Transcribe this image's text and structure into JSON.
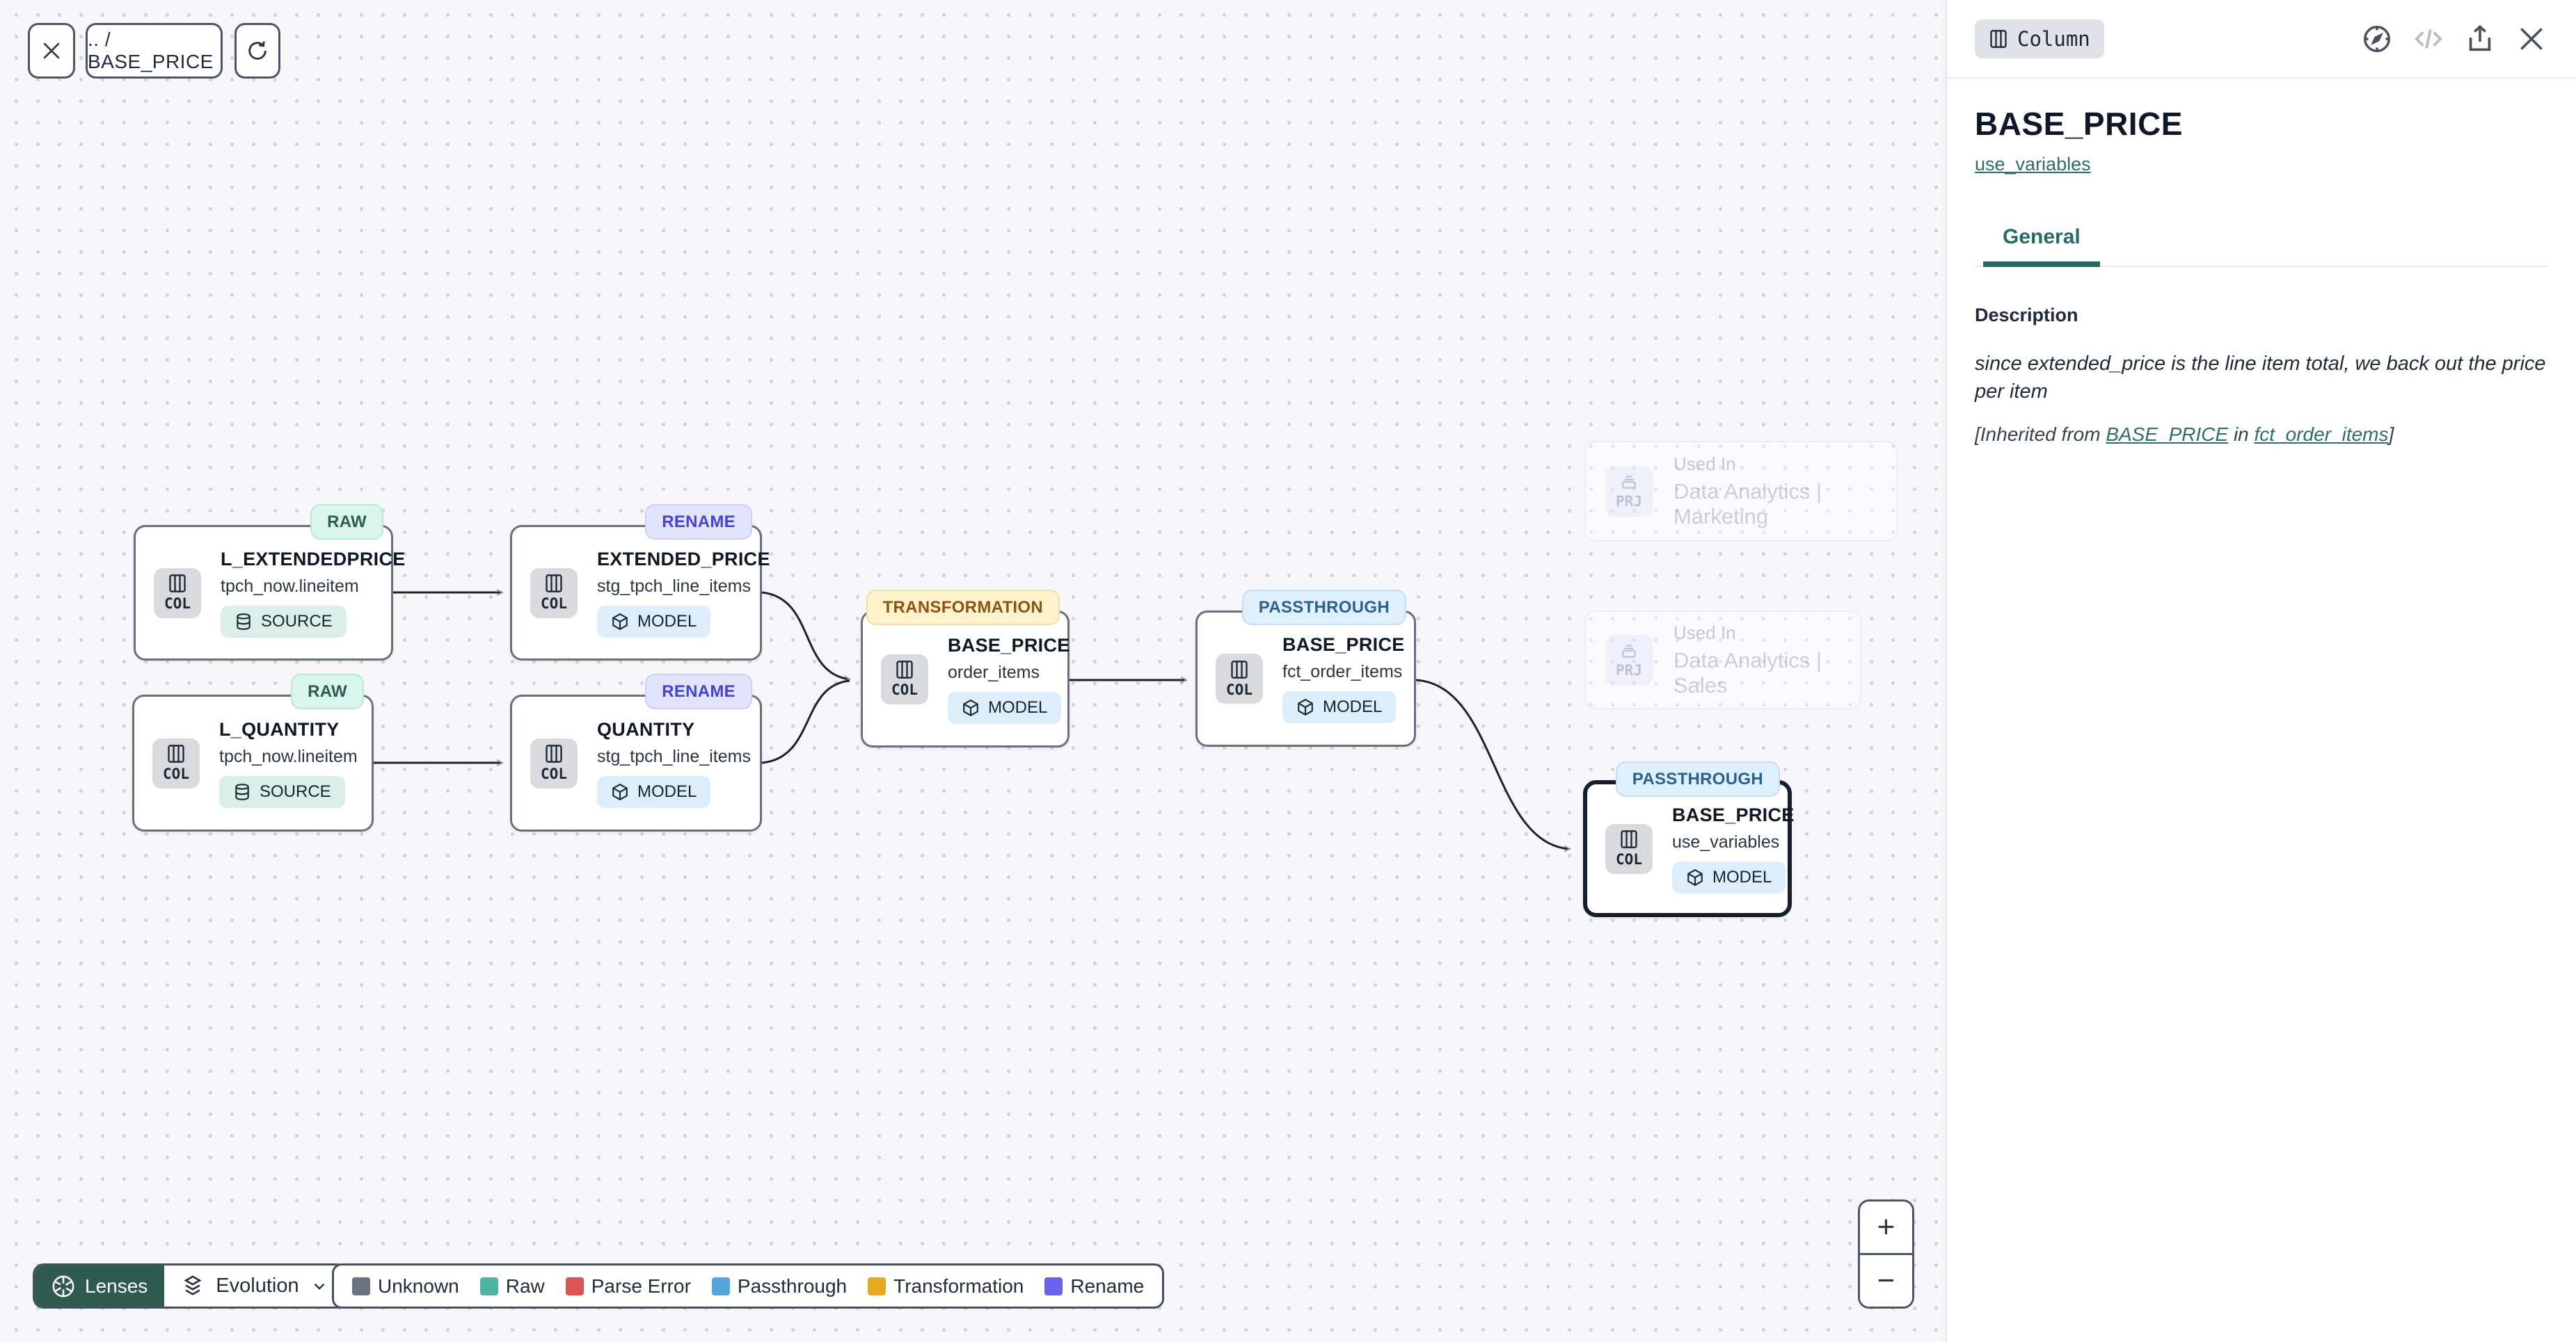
{
  "toolbar": {
    "breadcrumb": ".. / BASE_PRICE"
  },
  "nodes": [
    {
      "status": "RAW",
      "chip": "COL",
      "title": "L_EXTENDEDPRICE",
      "subtitle": "tpch_now.lineitem",
      "type": "SOURCE"
    },
    {
      "status": "RENAME",
      "chip": "COL",
      "title": "EXTENDED_PRICE",
      "subtitle": "stg_tpch_line_items",
      "type": "MODEL"
    },
    {
      "status": "RAW",
      "chip": "COL",
      "title": "L_QUANTITY",
      "subtitle": "tpch_now.lineitem",
      "type": "SOURCE"
    },
    {
      "status": "RENAME",
      "chip": "COL",
      "title": "QUANTITY",
      "subtitle": "stg_tpch_line_items",
      "type": "MODEL"
    },
    {
      "status": "TRANSFORMATION",
      "chip": "COL",
      "title": "BASE_PRICE",
      "subtitle": "order_items",
      "type": "MODEL"
    },
    {
      "status": "PASSTHROUGH",
      "chip": "COL",
      "title": "BASE_PRICE",
      "subtitle": "fct_order_items",
      "type": "MODEL"
    },
    {
      "status": "PASSTHROUGH",
      "chip": "COL",
      "title": "BASE_PRICE",
      "subtitle": "use_variables",
      "type": "MODEL"
    }
  ],
  "used_in": [
    {
      "chip": "PRJ",
      "label": "Used In",
      "name": "Data Analytics | Marketing"
    },
    {
      "chip": "PRJ",
      "label": "Used In",
      "name": "Data Analytics | Sales"
    }
  ],
  "lenses": {
    "button": "Lenses",
    "mode": "Evolution"
  },
  "legend": {
    "items": [
      {
        "label": "Unknown",
        "color": "#6b7280"
      },
      {
        "label": "Raw",
        "color": "#4fb3a1"
      },
      {
        "label": "Parse Error",
        "color": "#dd5353"
      },
      {
        "label": "Passthrough",
        "color": "#54a4e0"
      },
      {
        "label": "Transformation",
        "color": "#e6a81e"
      },
      {
        "label": "Rename",
        "color": "#6a62ef"
      }
    ]
  },
  "zoom_controls": {
    "zoom_in": "+",
    "zoom_out": "−"
  },
  "panel": {
    "kind_badge": "Column",
    "title": "BASE_PRICE",
    "model_link": "use_variables",
    "tab": "General",
    "section_heading": "Description",
    "description": "since extended_price is the line item total, we back out the price per item",
    "inherited_prefix": "[Inherited from ",
    "inherited_link_column": "BASE_PRICE",
    "inherited_mid": " in ",
    "inherited_link_model": "fct_order_items",
    "inherited_suffix": "]"
  }
}
